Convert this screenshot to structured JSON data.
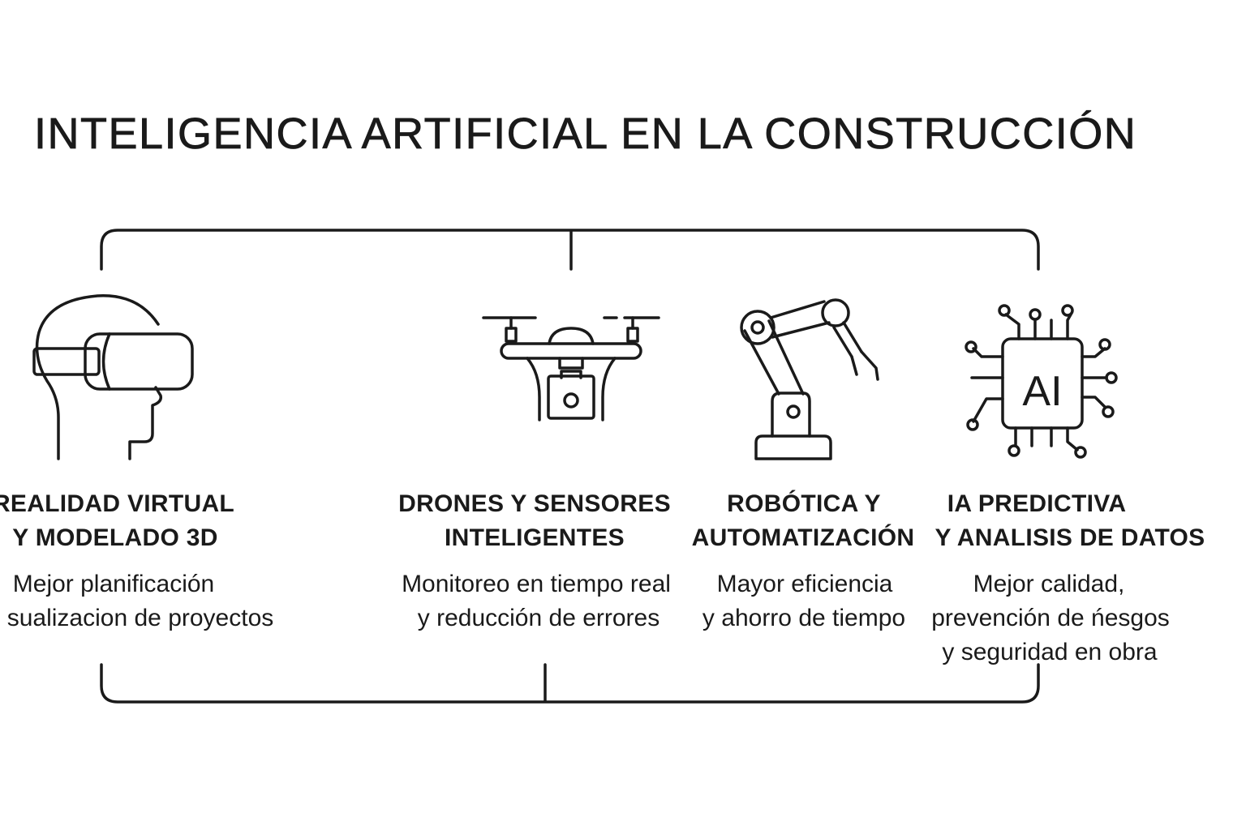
{
  "title": "INTELIGENCIA ARTIFICIAL EN LA CONSTRUCCIÓN",
  "items": [
    {
      "icon": "vr-headset-icon",
      "heading": [
        "REALIDAD VIRTUAL",
        "Y MODELADO 3D"
      ],
      "desc": [
        "Mejor planificación",
        "sualizacion de proyectos"
      ]
    },
    {
      "icon": "drone-icon",
      "heading": [
        "DRONES Y SENSORES",
        "INTELIGENTES"
      ],
      "desc": [
        "Monitoreo en tiempo real",
        "y reducción de errores"
      ]
    },
    {
      "icon": "robotic-arm-icon",
      "heading": [
        "ROBÓTICA Y",
        "AUTOMATIZACIÓN"
      ],
      "desc": [
        "Mayor eficiencia",
        "y ahorro de tiempo"
      ]
    },
    {
      "icon": "ai-chip-icon",
      "heading": [
        "IA PREDICTIVA",
        "Y ANALISIS DE DATOS"
      ],
      "desc": [
        "Mejor calidad,",
        "prevención de ńesgos",
        "y seguridad en obra"
      ]
    }
  ],
  "chip_label": "AI"
}
